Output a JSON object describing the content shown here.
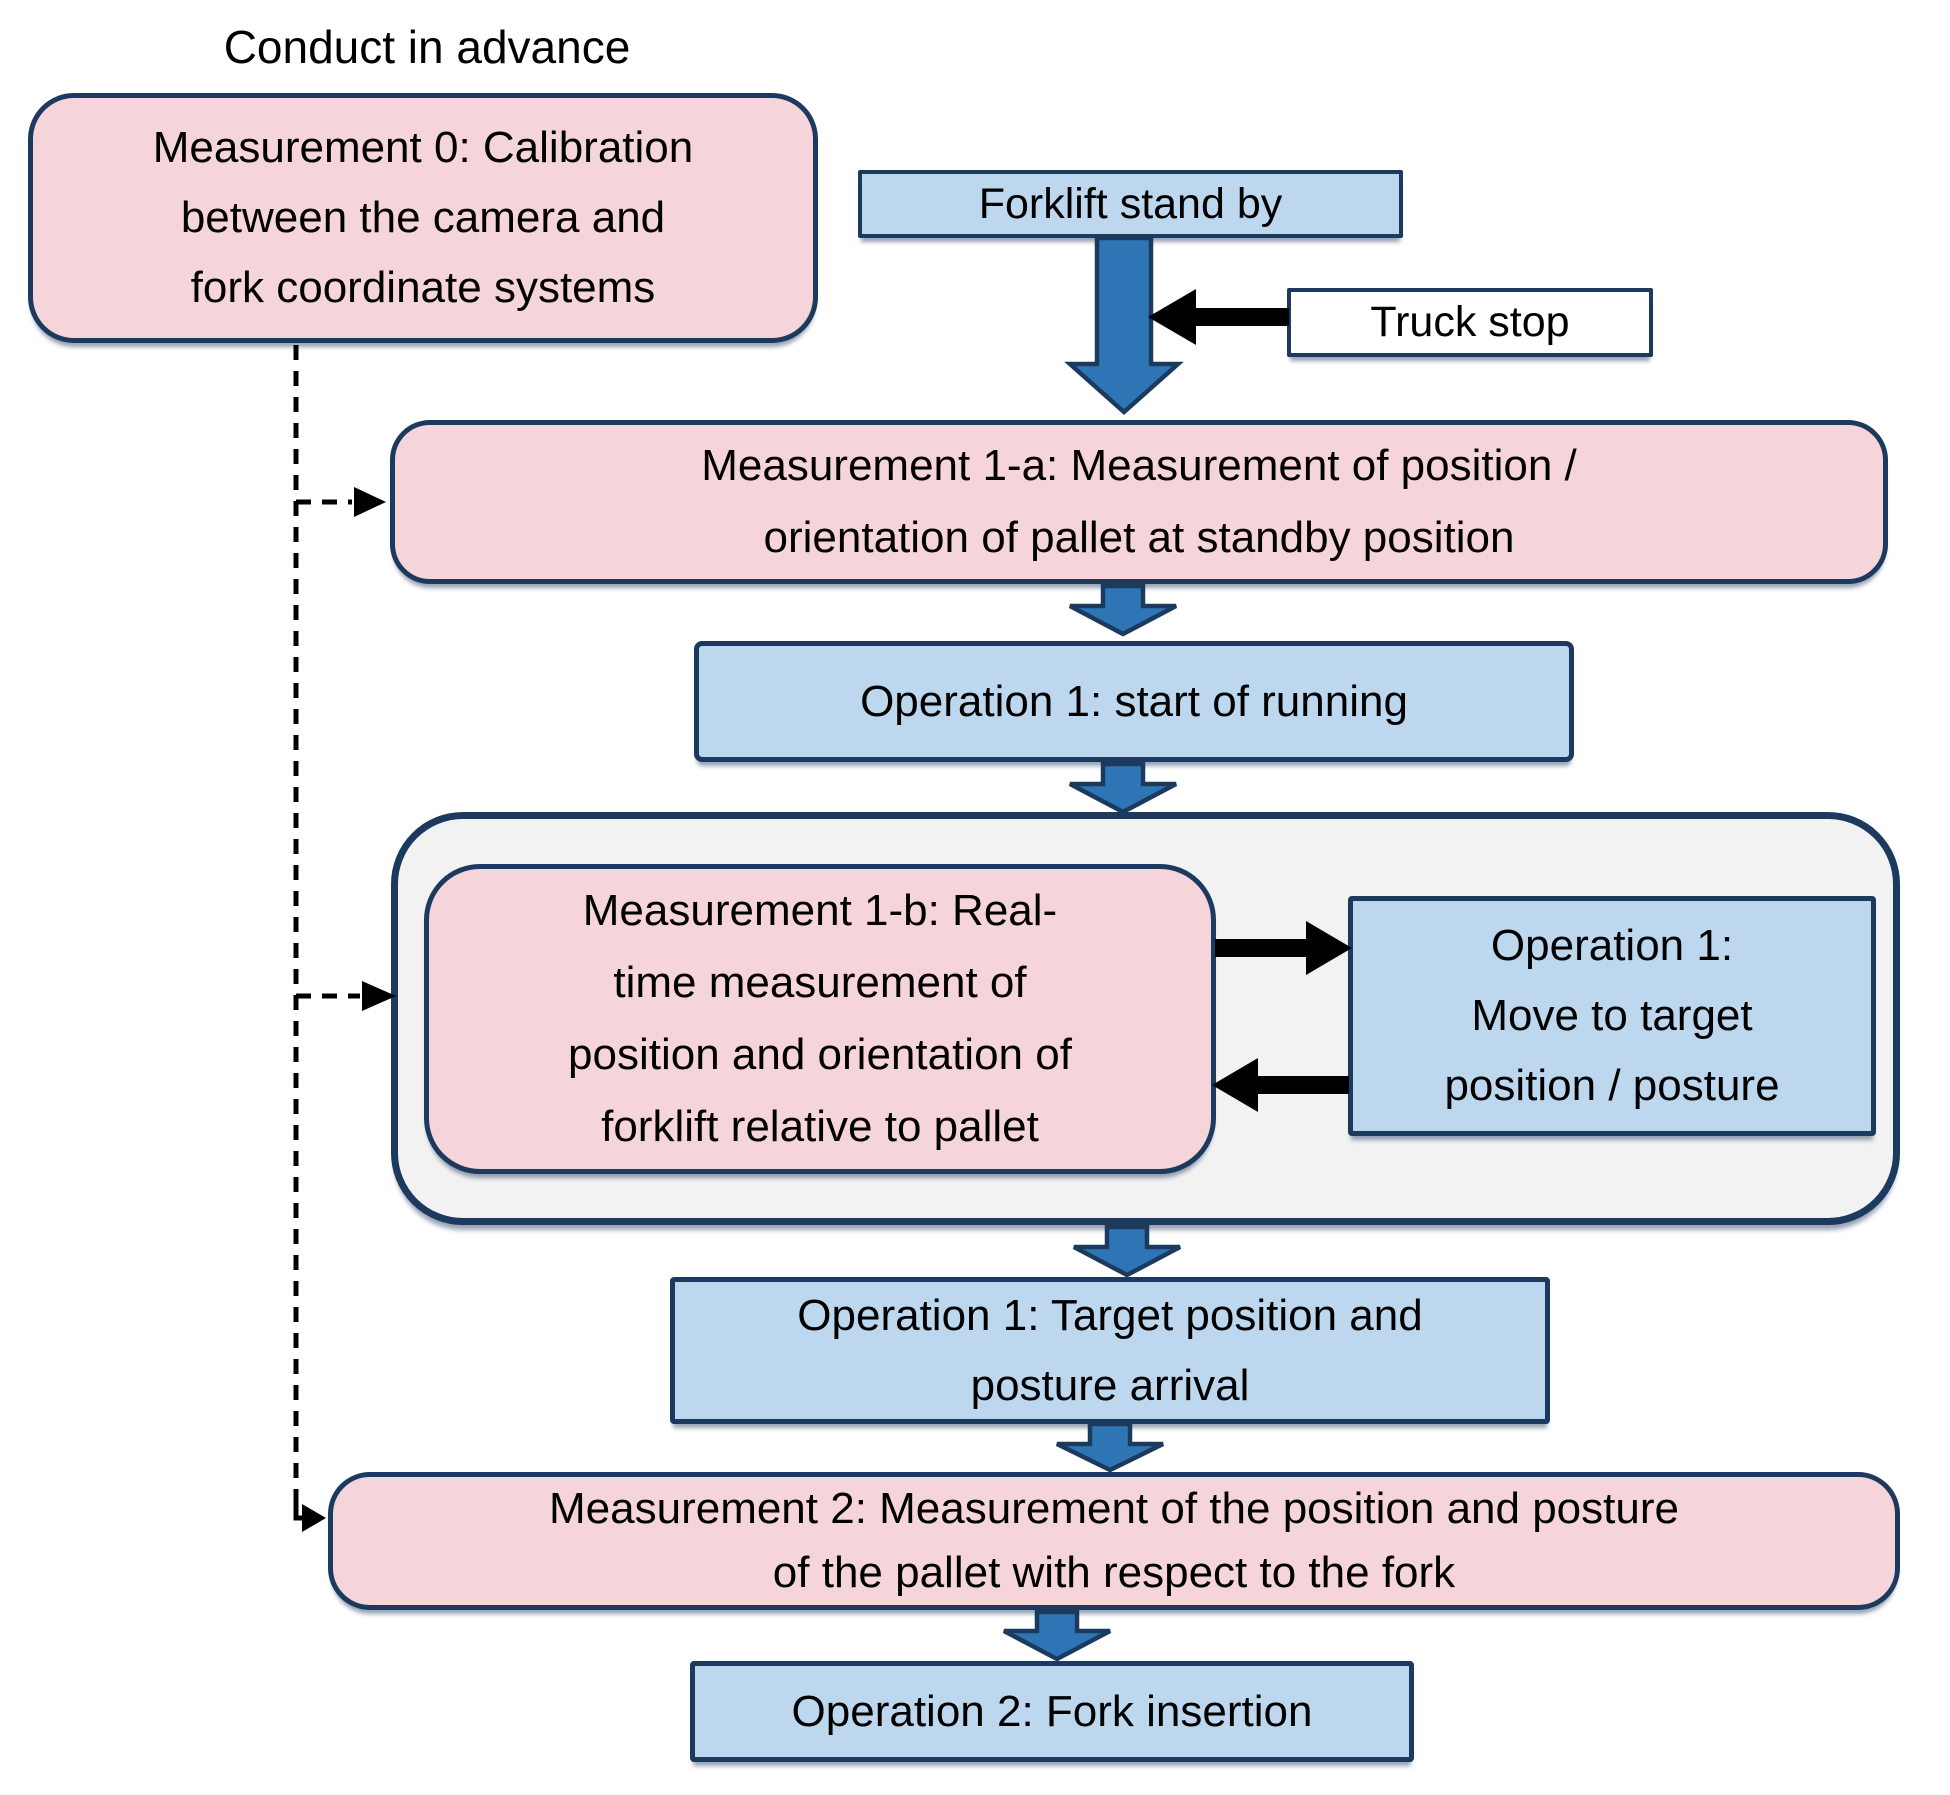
{
  "title": "Conduct in advance",
  "colors": {
    "pink": "#f6d5da",
    "light_blue": "#bdd7ee",
    "arrow_blue": "#2e75b6",
    "border_navy": "#1c3a5e",
    "container_gray": "#f2f2f2",
    "box_white": "#ffffff",
    "ink": "#000000",
    "page_bg": "#ffffff"
  },
  "nodes": {
    "measurement0": {
      "label": "Measurement 0: Calibration\nbetween the camera and\nfork coordinate systems"
    },
    "forklift_standby": {
      "label": "Forklift stand by"
    },
    "truck_stop": {
      "label": "Truck stop"
    },
    "measurement1a": {
      "label": "Measurement 1-a: Measurement of position /\norientation of pallet at standby position"
    },
    "operation1_start": {
      "label": "Operation 1: start of running"
    },
    "measurement1b": {
      "label": "Measurement 1-b: Real-\ntime measurement of\nposition and orientation of\nforklift relative to pallet"
    },
    "operation1_move": {
      "label": "Operation 1:\nMove to target\nposition / posture"
    },
    "operation1_arrival": {
      "label": "Operation 1: Target position and\nposture arrival"
    },
    "measurement2": {
      "label": "Measurement 2: Measurement of the position and posture\nof the pallet with respect to the fork"
    },
    "operation2": {
      "label": "Operation 2: Fork insertion"
    }
  }
}
